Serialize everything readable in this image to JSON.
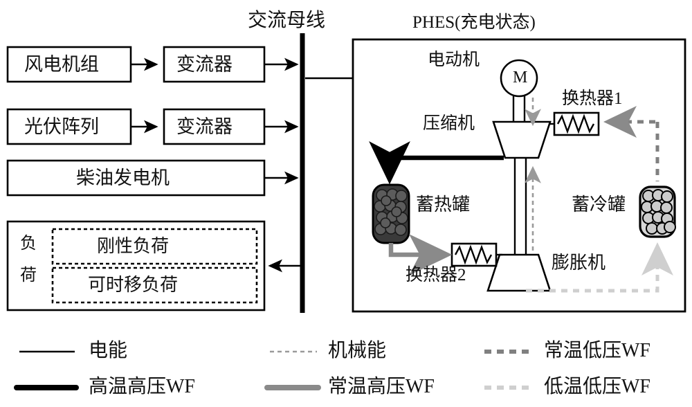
{
  "diagram": {
    "title_ac_bus": "交流母线",
    "title_phes": "PHES(充电状态)",
    "sources": [
      {
        "id": "wind",
        "label": "风电机组"
      },
      {
        "id": "pv",
        "label": "光伏阵列"
      },
      {
        "id": "diesel",
        "label": "柴油发电机"
      }
    ],
    "converters": [
      {
        "id": "conv1",
        "label": "变流器"
      },
      {
        "id": "conv2",
        "label": "变流器"
      }
    ],
    "load": {
      "label": "负荷",
      "label_char_1": "负",
      "label_char_2": "荷",
      "sub_items": [
        {
          "id": "rigid",
          "label": "刚性负荷"
        },
        {
          "id": "shiftable",
          "label": "可时移负荷"
        }
      ]
    },
    "phes_components": [
      {
        "id": "motor",
        "label": "电动机",
        "symbol": "M"
      },
      {
        "id": "compressor",
        "label": "压缩机"
      },
      {
        "id": "hx1",
        "label": "换热器1"
      },
      {
        "id": "hx2",
        "label": "换热器2"
      },
      {
        "id": "heat_tank",
        "label": "蓄热罐"
      },
      {
        "id": "cold_tank",
        "label": "蓄冷罐"
      },
      {
        "id": "expander",
        "label": "膨胀机"
      }
    ]
  },
  "legend": {
    "items": [
      {
        "id": "electric",
        "label": "电能",
        "style": "solid-thin",
        "color": "#000000"
      },
      {
        "id": "mechanical",
        "label": "机械能",
        "style": "dashed-thin",
        "color": "#9a9a9a"
      },
      {
        "id": "amb-low-wf",
        "label": "常温低压WF",
        "style": "dashed-thick",
        "color": "#808080"
      },
      {
        "id": "high-high-wf",
        "label": "高温高压WF",
        "style": "solid-thick",
        "color": "#000000"
      },
      {
        "id": "amb-high-wf",
        "label": "常温高压WF",
        "style": "solid-thick",
        "color": "#8a8a8a"
      },
      {
        "id": "low-low-wf",
        "label": "低温低压WF",
        "style": "dashed-thick",
        "color": "#cfcfcf"
      }
    ]
  },
  "colors": {
    "black": "#000000",
    "gray_flow": "#8a8a8a",
    "gray_dash": "#9a9a9a",
    "light_dash": "#cfcfcf",
    "tank_hot": "#3a3a3a",
    "tank_cold": "#d0d0d0"
  }
}
